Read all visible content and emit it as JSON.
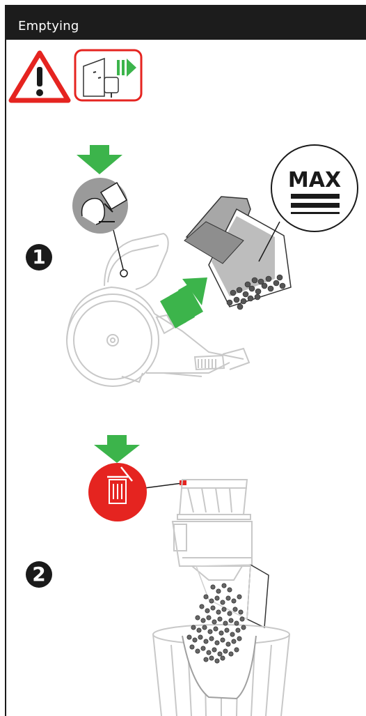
{
  "header": {
    "title": "Emptying"
  },
  "warning_icons": {
    "caution": "warning-triangle-icon",
    "unplug": "unplug-from-socket-icon"
  },
  "zoom_callout": {
    "label": "MAX"
  },
  "steps": [
    {
      "number": "1",
      "instruction_icon": "release-bin-catch-icon"
    },
    {
      "number": "2",
      "instruction_icon": "empty-into-trash-icon"
    }
  ],
  "colors": {
    "header": "#1c1c1c",
    "warning_red": "#e52420",
    "arrow_green": "#3cb44b",
    "button_grey": "#9a9a9a"
  }
}
